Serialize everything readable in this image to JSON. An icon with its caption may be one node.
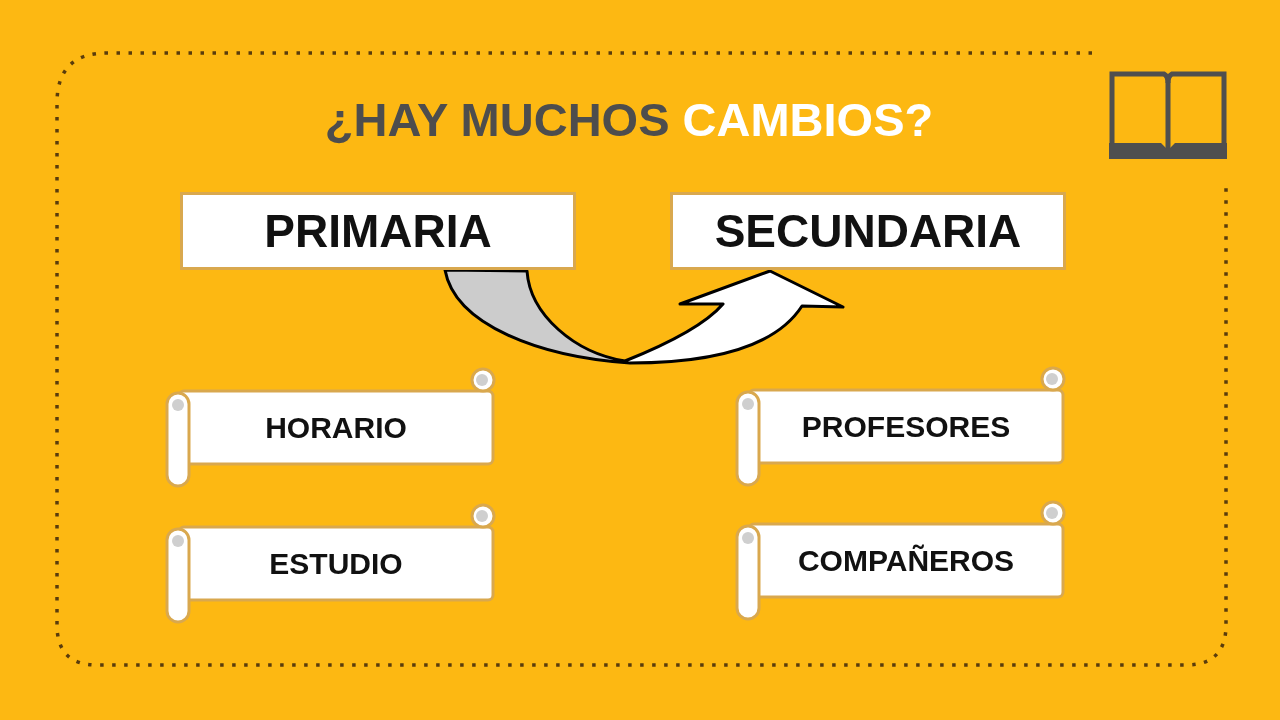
{
  "diagram": {
    "title": "¿HAY MUCHOS CAMBIOS?",
    "nodes": [
      {
        "text": [
          "PRIMARIA"
        ]
      },
      {
        "text": [
          "SECUNDARIA"
        ]
      },
      {
        "text": [
          "HORARIO"
        ]
      },
      {
        "text": [
          "PROFESORES"
        ]
      },
      {
        "text": [
          "ESTUDIO"
        ]
      },
      {
        "text": [
          "COMPAÑEROS"
        ]
      }
    ],
    "edges": [
      {
        "from": 0,
        "to": 1,
        "arrow": "to"
      }
    ]
  }
}
